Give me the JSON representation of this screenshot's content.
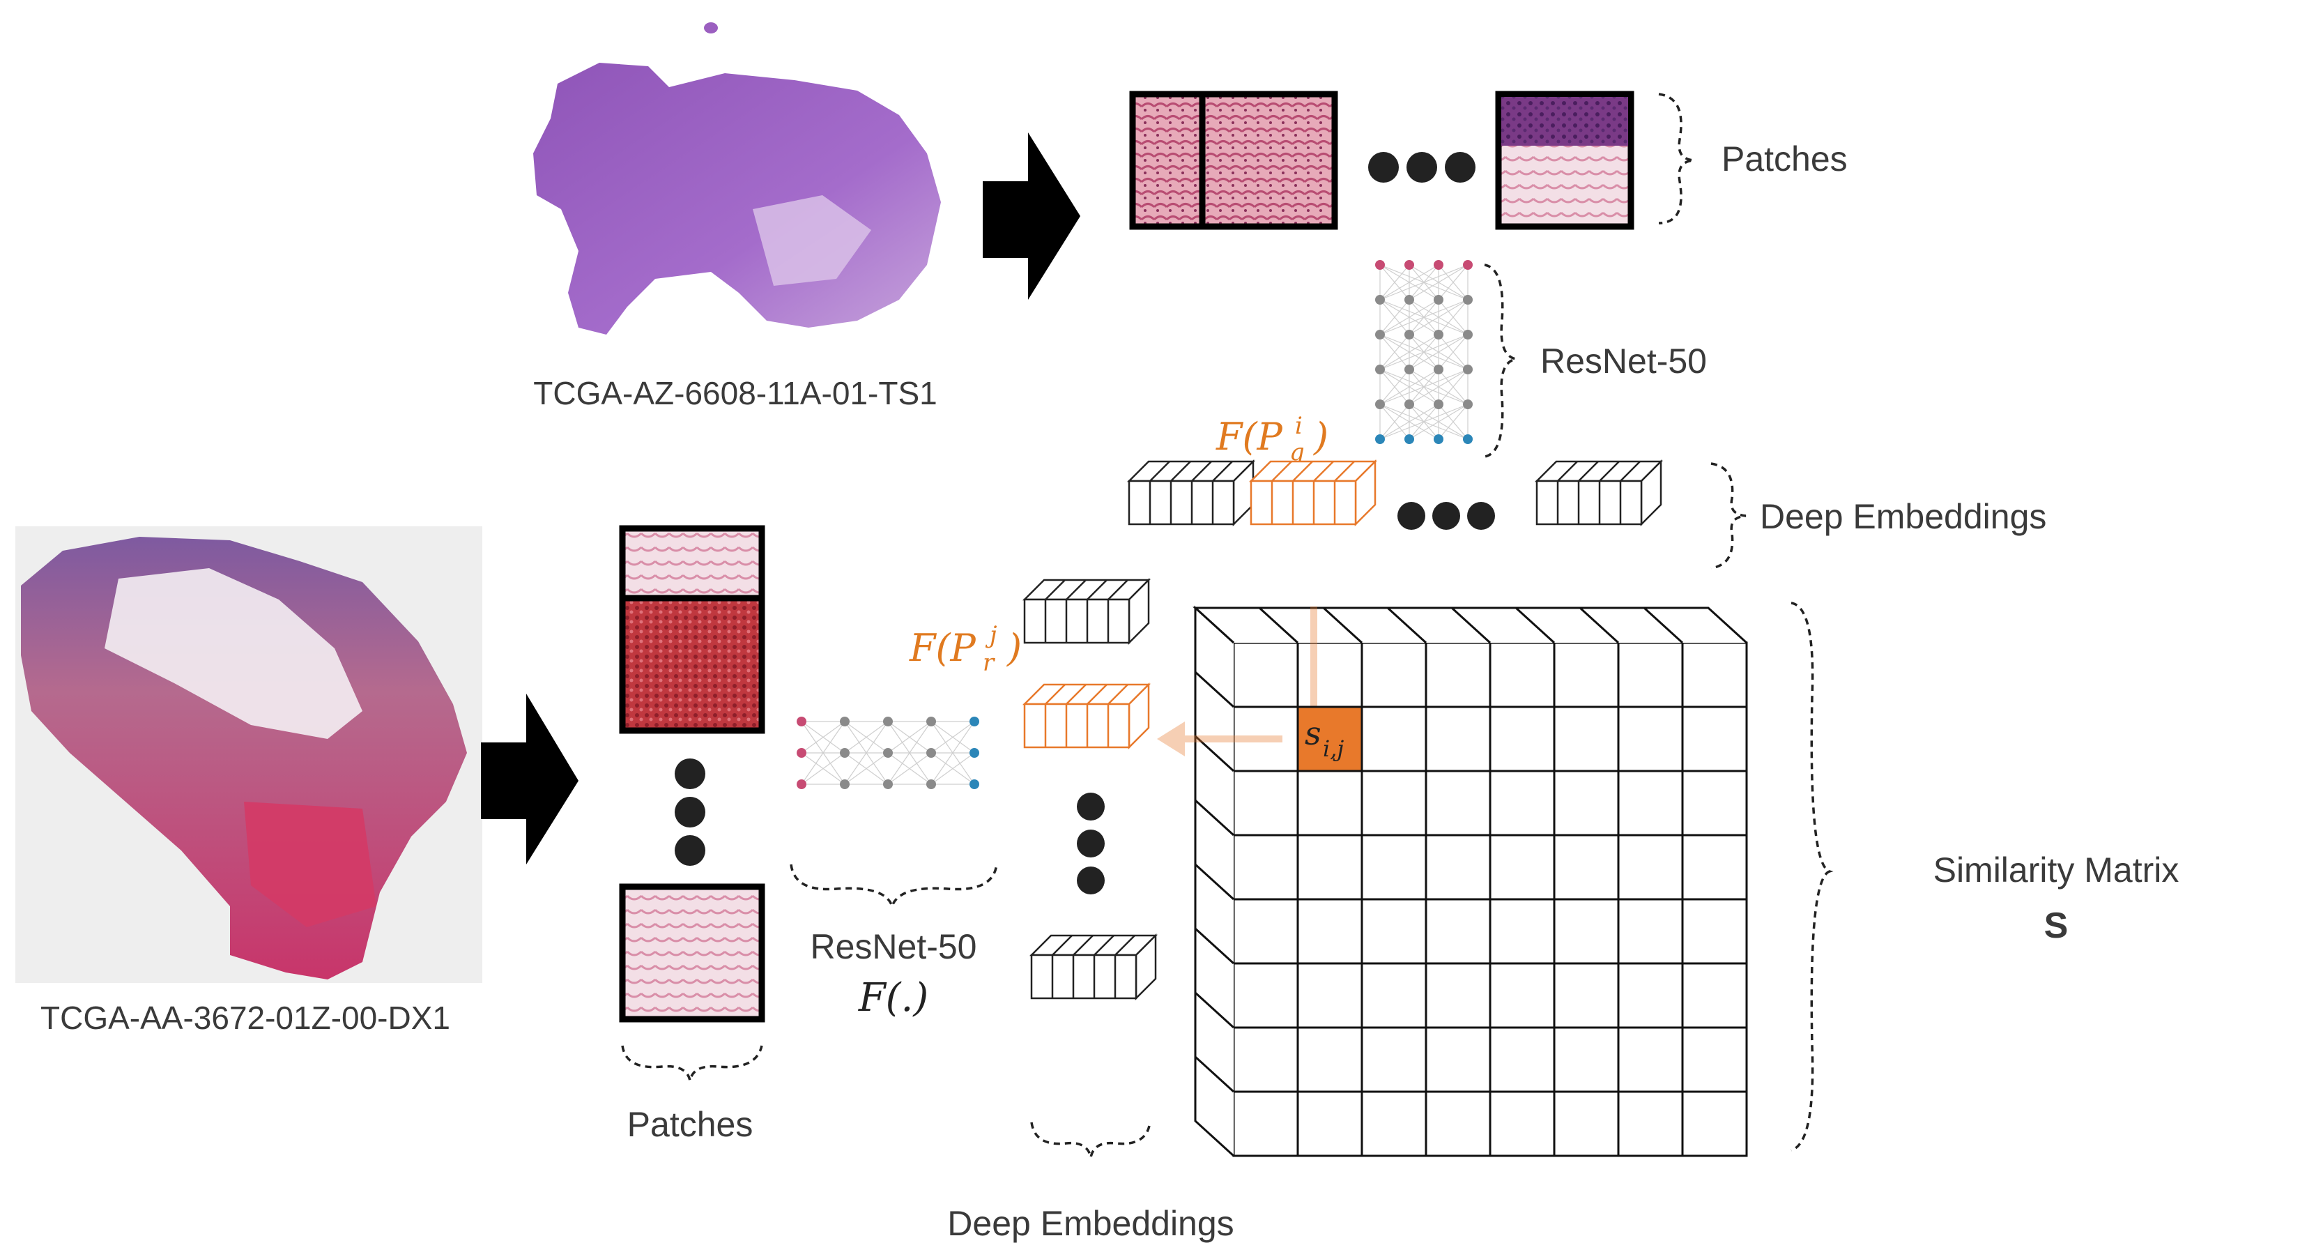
{
  "top": {
    "slide_label": "TCGA-AZ-6608-11A-01-TS1",
    "patches_label": "Patches",
    "resnet_label": "ResNet-50",
    "embeddings_label": "Deep Embeddings",
    "feature_symbol": "F(P",
    "feature_sup": "i",
    "feature_sub": "q"
  },
  "left": {
    "slide_label": "TCGA-AA-3672-01Z-00-DX1",
    "patches_label": "Patches",
    "resnet_label": "ResNet-50",
    "resnet_fn": "F(.)",
    "embeddings_label": "Deep Embeddings",
    "feature_symbol": "F(P",
    "feature_sup": "j",
    "feature_sub": "r"
  },
  "matrix": {
    "label": "Similarity Matrix",
    "symbol": "S",
    "cell_symbol": "s",
    "cell_sub": "i,j",
    "rows": 8,
    "cols": 8,
    "highlight_row": 1,
    "highlight_col": 1
  },
  "colors": {
    "accent": "#e8792b",
    "arrow": "#000000",
    "node_top": "#c74b73",
    "node_bottom": "#2b86b8",
    "node": "#8a8a8a",
    "slide_top": "#9b5fc0",
    "slide_left": "#c24a6b"
  }
}
